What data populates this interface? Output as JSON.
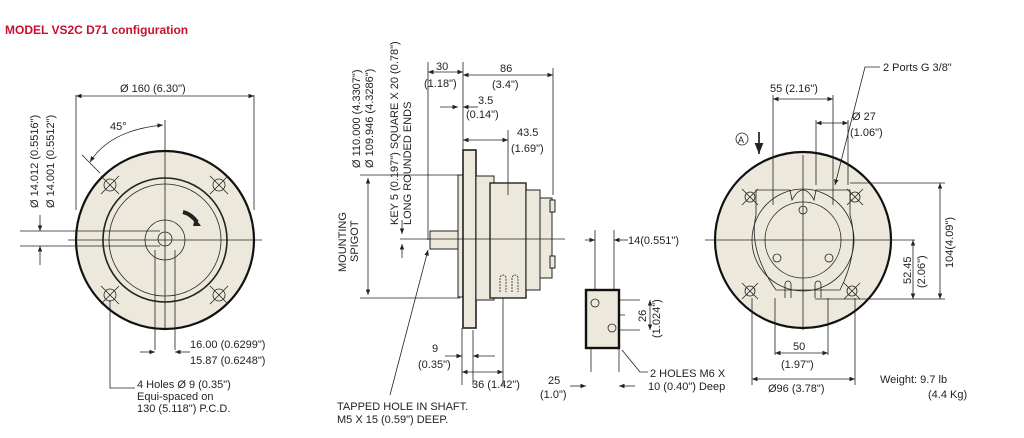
{
  "title": "MODEL VS2C D71 configuration",
  "front_view": {
    "dia_160": "Ø 160 (6.30\")",
    "angle": "45°",
    "shaft_dia_max": "Ø 14.012 (0.5516\")",
    "shaft_dia_min": "Ø 14.001 (0.5512\")",
    "key_max": "16.00 (0.6299\")",
    "key_min": "15.87 (0.6248\")",
    "holes_1": "4 Holes Ø 9 (0.35\")",
    "holes_2": "Equi-spaced  on",
    "holes_3": "130 (5.118\") P.C.D."
  },
  "side_view": {
    "spigot_max": "Ø 110.000 (4.3307\")",
    "spigot_min": "Ø 109.946 (4.3286\")",
    "key_1": "KEY 5 (0.197\") SQUARE X 20 (0.78\")",
    "key_2": "LONG ROUNDED ENDS",
    "spigot_1": "MOUNTING",
    "spigot_2": "SPIGOT",
    "d30": "30",
    "d30_in": "(1.18\")",
    "d86": "86",
    "d86_in": "(3.4\")",
    "d3_5": "3.5",
    "d3_5_in": "(0.14\")",
    "d43_5": "43.5",
    "d43_5_in": "(1.69\")",
    "d9": "9",
    "d9_in": "(0.35\")",
    "d36": "36 (1.42\")",
    "tapped_1": "TAPPED HOLE IN SHAFT.",
    "tapped_2": "M5 X 15 (0.59\") DEEP."
  },
  "detail_view": {
    "d14": "14(0.551\")",
    "d26": "26",
    "d26_in": "(1.024\")",
    "d25": "25",
    "d25_in": "(1.0\")",
    "holes_1": "2 HOLES M6 X",
    "holes_2": "10 (0.40\") Deep"
  },
  "rear_view": {
    "ports": "2 Ports G 3/8\"",
    "d55": "55 (2.16\")",
    "d27": "Ø 27",
    "d27_in": "(1.06\")",
    "view_a": "A",
    "d104": "104(4.09\")",
    "d52": "52.45",
    "d52_in": "(2.06\")",
    "d50": "50",
    "d50_in": "(1.97\")",
    "d96": "Ø96 (3.78\")",
    "weight_1": "Weight: 9.7 lb",
    "weight_2": "(4.4 Kg)"
  }
}
